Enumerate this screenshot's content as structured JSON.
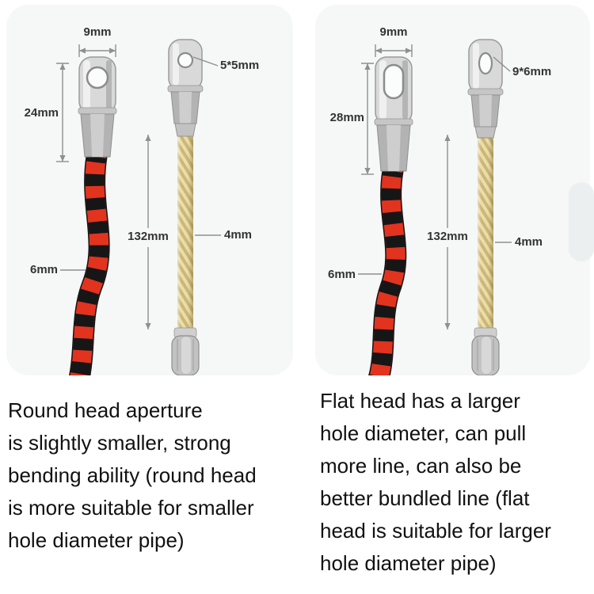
{
  "colors": {
    "card_background": "#f6f7f7",
    "cable_red": "#e2331f",
    "cable_black": "#161616",
    "rope_light": "#ecdca6",
    "rope_dark": "#c9b87a",
    "metal": "#d9d9d9",
    "dimension_line": "#8f8f8f"
  },
  "panels": [
    {
      "id": "round-head",
      "dims": {
        "top_width": "9mm",
        "head_length": "24mm",
        "hole_size": "5*5mm",
        "rope_length": "132mm",
        "rope_diameter": "4mm",
        "cable_diameter": "6mm"
      },
      "caption": "Round head aperture\nis slightly smaller, strong\nbending ability (round head\nis more suitable for smaller\nhole diameter pipe)"
    },
    {
      "id": "flat-head",
      "dims": {
        "top_width": "9mm",
        "head_length": "28mm",
        "hole_size": "9*6mm",
        "rope_length": "132mm",
        "rope_diameter": "4mm",
        "cable_diameter": "6mm"
      },
      "caption": "Flat head has a larger\nhole diameter, can pull\nmore line, can also be\nbetter bundled line (flat\nhead is suitable for larger\nhole diameter pipe)"
    }
  ]
}
